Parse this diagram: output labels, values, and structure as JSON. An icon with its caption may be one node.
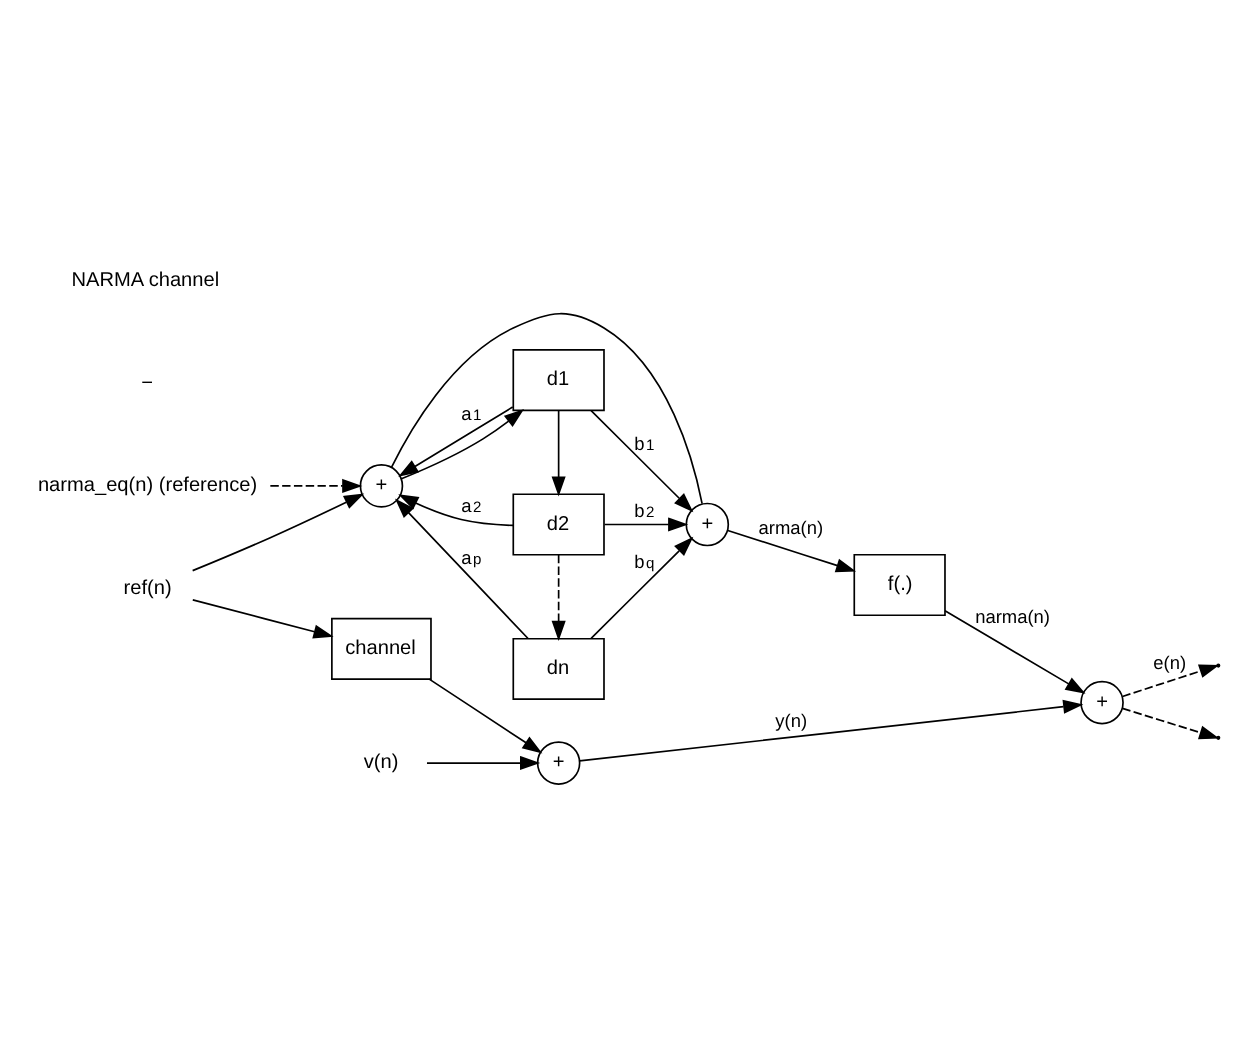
{
  "diagram": {
    "nodes": [
      {
        "text": [
          "ref(n)"
        ]
      },
      {
        "text": [
          "+"
        ]
      },
      {
        "text": [
          "channel"
        ]
      },
      {
        "text": [
          "+"
        ]
      },
      {
        "text": [
          "v(n)"
        ]
      },
      {
        "text": [
          "+"
        ]
      },
      {
        "text": [
          "d1"
        ]
      },
      {
        "text": [
          "d2"
        ]
      },
      {
        "text": [
          "dn"
        ]
      },
      {
        "text": [
          "f(.)"
        ]
      },
      {
        "text": [
          "+"
        ]
      },
      {
        "text": [
          "narma_eq(n) (reference)"
        ]
      }
    ],
    "edges": [
      {
        "from": 0,
        "to": 1,
        "arrow": "to"
      },
      {
        "from": 0,
        "to": 2,
        "arrow": "to"
      },
      {
        "from": 2,
        "to": 3,
        "arrow": "to"
      },
      {
        "from": 4,
        "to": 3,
        "arrow": "to"
      },
      {
        "from": 3,
        "to": 10,
        "arrow": "to",
        "label": "y(n)"
      },
      {
        "from": 1,
        "to": 5,
        "arrow": "none"
      },
      {
        "from": 1,
        "to": 6,
        "arrow": "to"
      },
      {
        "from": 6,
        "to": 7,
        "arrow": "to"
      },
      {
        "from": 7,
        "to": 8,
        "arrow": "to",
        "style": "dashed"
      },
      {
        "from": 6,
        "to": 1,
        "arrow": "to",
        "label": "a$_{1}$"
      },
      {
        "from": 6,
        "to": 5,
        "arrow": "to",
        "label": "b$_{1}$"
      },
      {
        "from": 7,
        "to": 1,
        "arrow": "to",
        "label": "a$_{2}$"
      },
      {
        "from": 7,
        "to": 5,
        "arrow": "to",
        "label": "b$_{2}$"
      },
      {
        "from": 8,
        "to": 1,
        "arrow": "to",
        "label": "a$_{p}$"
      },
      {
        "from": 8,
        "to": 5,
        "arrow": "to",
        "label": "b$_{q}$"
      },
      {
        "from": 11,
        "to": 1,
        "arrow": "to",
        "style": "dashed"
      },
      {
        "from": 5,
        "to": 9,
        "arrow": "to",
        "label": "arma(n)"
      },
      {
        "from": 9,
        "to": 10,
        "arrow": "to",
        "label": "narma(n)"
      },
      {
        "from": 10,
        "to": null,
        "arrow": "to",
        "label": "e(n)",
        "style": "dashed"
      },
      {
        "from": 10,
        "to": null,
        "arrow": "to",
        "style": "dashed"
      }
    ],
    "labels": [
      "−",
      "NARMA channel"
    ]
  }
}
